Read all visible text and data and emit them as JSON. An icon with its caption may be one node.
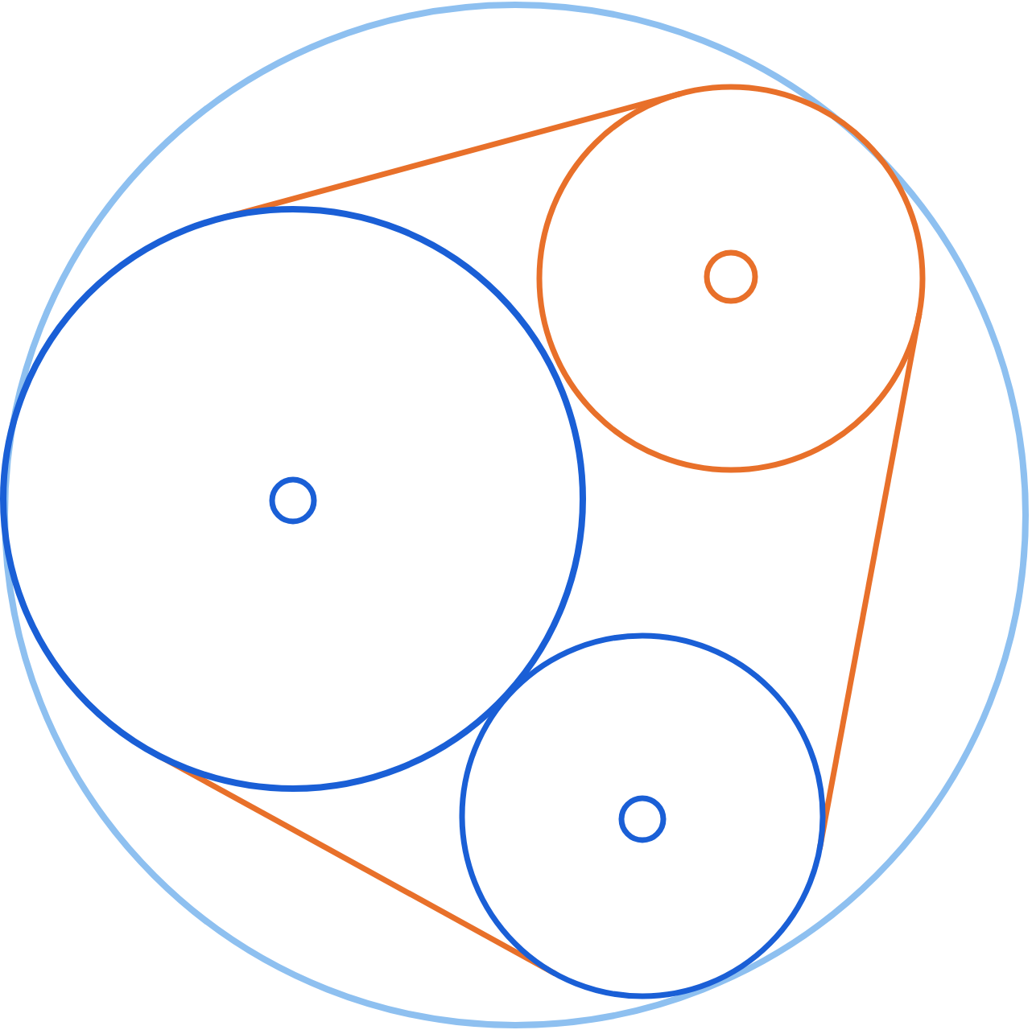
{
  "diagram": {
    "nodes": [
      {
        "text": [],
        "shape": "circle"
      },
      {
        "text": [],
        "shape": "circle",
        "in": 0
      },
      {
        "text": [],
        "shape": "circle",
        "in": 1
      },
      {
        "text": [],
        "shape": "circle",
        "in": 0
      },
      {
        "text": [],
        "shape": "circle",
        "in": 3
      },
      {
        "text": [],
        "shape": "circle",
        "in": 0
      },
      {
        "text": [],
        "shape": "circle",
        "in": 5
      }
    ],
    "edges": [
      {
        "from": 1,
        "to": 3,
        "arrow": "none"
      },
      {
        "from": 3,
        "to": 5,
        "arrow": "none"
      },
      {
        "from": 1,
        "to": 5,
        "arrow": "none"
      }
    ]
  }
}
